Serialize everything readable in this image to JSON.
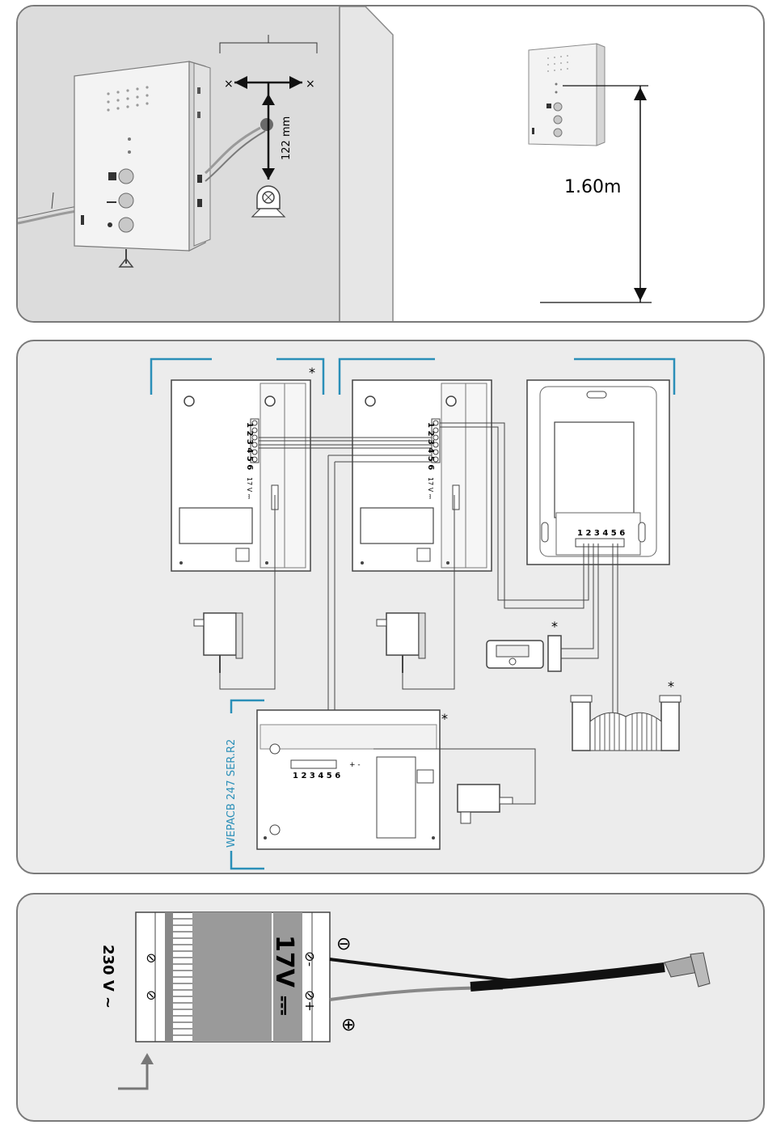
{
  "panel_mount": {
    "distance_label": "122 mm",
    "cross_marker_left": "×",
    "cross_marker_right": "×"
  },
  "panel_height": {
    "height_label": "1.60m"
  },
  "panel_wiring": {
    "terminal_labels": [
      "1",
      "2",
      "3",
      "4",
      "5",
      "6"
    ],
    "terminal_row": "1 2 3 4 5 6",
    "voltage_label": "17 V ⎓",
    "optional_mark": "*",
    "extension_model": "WEPACB 247 SER.R2",
    "dc_symbol": "+ -"
  },
  "panel_power": {
    "input_label": "230 V ~",
    "output_label": "17V ⎓",
    "minus_terminal": "⊘-",
    "plus_terminal": "⊘+",
    "minus_symbol": "⊖",
    "plus_symbol": "⊕",
    "input_terminal_1": "⊘",
    "input_terminal_2": "⊘"
  }
}
